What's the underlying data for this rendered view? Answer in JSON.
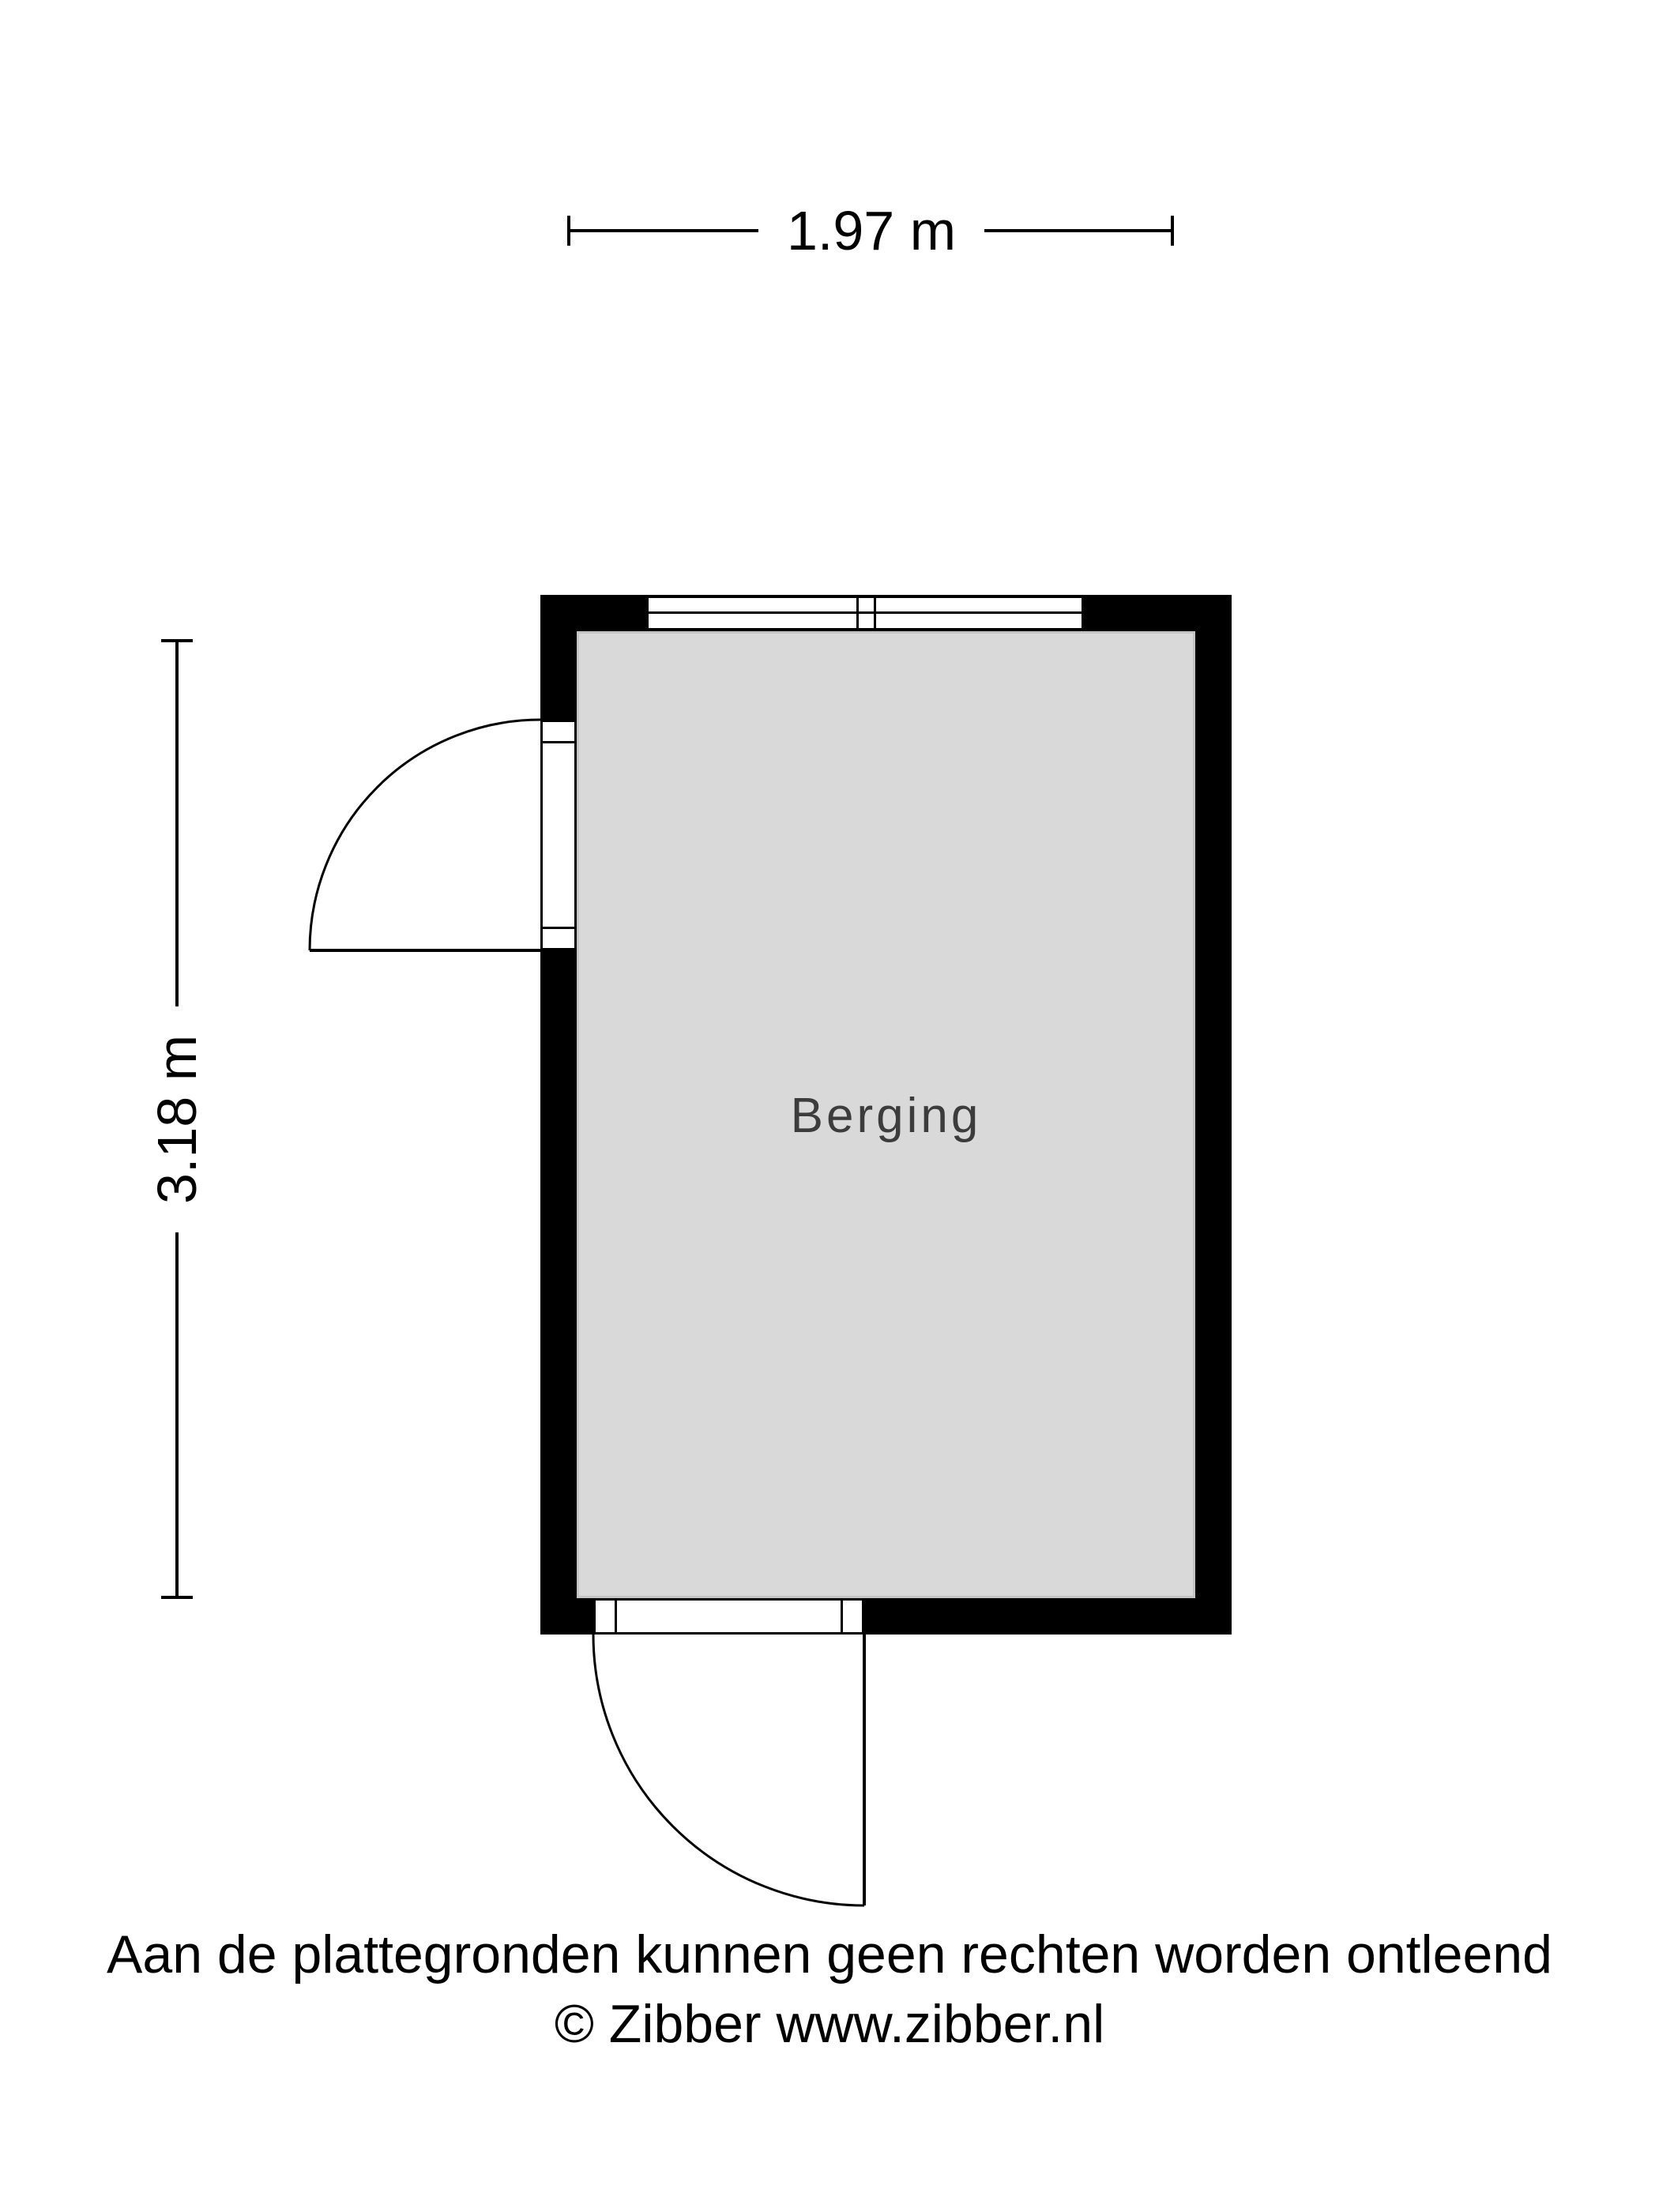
{
  "dimensions": {
    "width": {
      "label": "1.97 m"
    },
    "height": {
      "label": "3.18 m"
    }
  },
  "room": {
    "label": "Berging"
  },
  "footer": {
    "disclaimer": "Aan de plattegronden kunnen geen rechten worden ontleend",
    "copyright": "© Zibber www.zibber.nl"
  },
  "colors": {
    "wall": "#000000",
    "floor": "#d9d9d9",
    "floor_outline": "#c4c4c4",
    "line": "#000000",
    "background": "#ffffff"
  }
}
